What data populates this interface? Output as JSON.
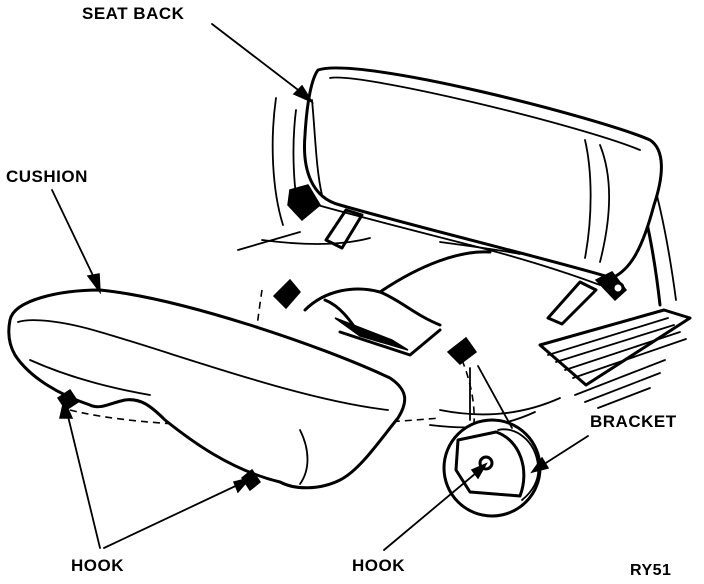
{
  "labels": {
    "seat_back": "SEAT BACK",
    "cushion": "CUSHION",
    "bracket": "BRACKET",
    "hook_left": "HOOK",
    "hook_right": "HOOK",
    "figure_id": "RY51"
  },
  "colors": {
    "ink": "#000000",
    "paper": "#ffffff"
  }
}
